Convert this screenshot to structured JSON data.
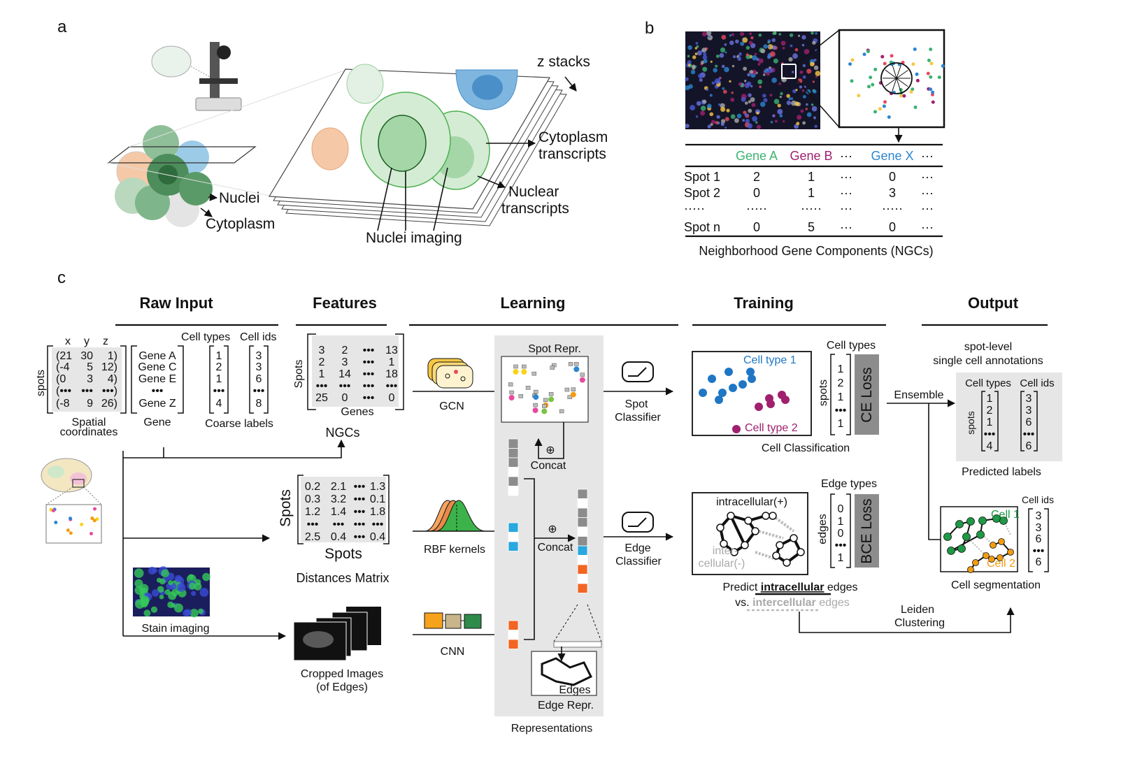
{
  "panel_labels": {
    "a": "a",
    "b": "b",
    "c": "c"
  },
  "panel_a": {
    "z_stacks": "z stacks",
    "cytoplasm_transcripts": [
      "Cytoplasm",
      "transcripts"
    ],
    "nuclear_transcripts": [
      "Nuclear",
      "transcripts"
    ],
    "nuclei": "Nuclei",
    "cytoplasm": "Cytoplasm",
    "nuclei_imaging": "Nuclei imaging"
  },
  "panel_b": {
    "genes": [
      {
        "name": "Gene A",
        "color": "#3cb371"
      },
      {
        "name": "Gene B",
        "color": "#a0206e"
      },
      {
        "name": "···",
        "color": "#111111"
      },
      {
        "name": "Gene X",
        "color": "#2b86d1"
      },
      {
        "name": "···",
        "color": "#111111"
      }
    ],
    "rows": [
      {
        "label": "Spot 1",
        "values": [
          "2",
          "1",
          "···",
          "0",
          "···"
        ]
      },
      {
        "label": "Spot 2",
        "values": [
          "0",
          "1",
          "···",
          "3",
          "···"
        ]
      },
      {
        "label": "·····",
        "values": [
          "·····",
          "·····",
          "···",
          "·····",
          "···"
        ]
      },
      {
        "label": "Spot n",
        "values": [
          "0",
          "5",
          "···",
          "0",
          "···"
        ]
      }
    ],
    "caption": "Neighborhood Gene Components (NGCs)"
  },
  "panel_c": {
    "sections": [
      "Raw Input",
      "Features",
      "Learning",
      "Training",
      "Output"
    ],
    "raw_input": {
      "xyz": [
        "x",
        "y",
        "z"
      ],
      "spots_label": "spots",
      "coords": [
        [
          "(21",
          "30",
          "1)"
        ],
        [
          "(-4",
          "5",
          "12)"
        ],
        [
          "(0",
          "3",
          "4)"
        ],
        [
          "(•••",
          "•••",
          "•••)"
        ],
        [
          "(-8",
          "9",
          "26)"
        ]
      ],
      "genes": [
        "Gene A",
        "Gene C",
        "Gene E",
        "•••",
        "Gene Z"
      ],
      "cell_types_header": "Cell types",
      "cell_ids_header": "Cell ids",
      "cell_types": [
        "1",
        "2",
        "1",
        "•••",
        "4"
      ],
      "cell_ids": [
        "3",
        "3",
        "6",
        "•••",
        "8"
      ],
      "spatial_label": [
        "Spatial",
        "coordinates"
      ],
      "gene_label": "Gene",
      "coarse_label": "Coarse labels",
      "stain_label": "Stain imaging"
    },
    "features": {
      "ngc_matrix": [
        [
          "3",
          "2",
          "•••",
          "13"
        ],
        [
          "2",
          "3",
          "•••",
          "1"
        ],
        [
          "1",
          "14",
          "•••",
          "18"
        ],
        [
          "•••",
          "•••",
          "•••",
          "•••"
        ],
        [
          "25",
          "0",
          "•••",
          "0"
        ]
      ],
      "ngc_rows_label": "Spots",
      "ngc_cols_label": "Genes",
      "ngc_title": "NGCs",
      "dist_matrix": [
        [
          "0.2",
          "2.1",
          "•••",
          "1.3"
        ],
        [
          "0.3",
          "3.2",
          "•••",
          "0.1"
        ],
        [
          "1.2",
          "1.4",
          "•••",
          "1.8"
        ],
        [
          "•••",
          "•••",
          "•••",
          "•••"
        ],
        [
          "2.5",
          "0.4",
          "•••",
          "0.4"
        ]
      ],
      "dist_rows_label": "Spots",
      "dist_cols_label": "Spots",
      "dist_title": "Distances Matrix",
      "cropped_title": [
        "Cropped Images",
        "(of Edges)"
      ]
    },
    "learning": {
      "gcn": "GCN",
      "rbf": "RBF kernels",
      "cnn": "CNN",
      "spot_repr": "Spot Repr.",
      "edge_repr": "Edge Repr.",
      "edges": "Edges",
      "concat": "Concat",
      "concat_symbol": "⊕",
      "representations": "Representations",
      "spot_classifier": [
        "Spot",
        "Classifier"
      ],
      "edge_classifier": [
        "Edge",
        "Classifier"
      ],
      "colors": {
        "gray": "#8c8c8c",
        "blue": "#29a8e0",
        "orange": "#f26522",
        "panel": "#e6e6e6"
      }
    },
    "training": {
      "cell_type_1": "Cell type 1",
      "cell_type_2": "Cell type 2",
      "cell_classification": "Cell Classification",
      "cell_types_header": "Cell types",
      "spots_label": "spots",
      "cell_type_values": [
        "1",
        "2",
        "1",
        "•••",
        "1"
      ],
      "ce_loss": "CE Loss",
      "intracellular": "intracellular(+)",
      "intercellular": [
        "inter-",
        "cellular(-)"
      ],
      "edge_types_header": "Edge types",
      "edges_label": "edges",
      "edge_values": [
        "0",
        "1",
        "0",
        "•••",
        "1"
      ],
      "bce_loss": "BCE Loss",
      "predict_line": [
        "Predict ",
        "intracellular",
        " edges"
      ],
      "vs_line": [
        "vs. ",
        "intercellular",
        " edges"
      ],
      "colors": {
        "type1": "#1f77c4",
        "type2": "#a0206e",
        "loss": "#8c8c8c"
      }
    },
    "output": {
      "title": [
        "spot-level",
        "single cell annotations"
      ],
      "ensemble": "Ensemble",
      "cell_types_header": "Cell types",
      "cell_ids_header": "Cell ids",
      "spots_label": "spots",
      "pred_cell_types": [
        "1",
        "2",
        "1",
        "•••",
        "4"
      ],
      "pred_cell_ids": [
        "3",
        "3",
        "6",
        "•••",
        "6"
      ],
      "predicted_labels": "Predicted labels",
      "seg_cell_ids_header": "Cell ids",
      "seg_cell_ids": [
        "3",
        "3",
        "6",
        "•••",
        "6"
      ],
      "cell_1": "Cell 1",
      "cell_2": "Cell 2",
      "cell_segmentation": "Cell segmentation",
      "leiden": [
        "Leiden",
        "Clustering"
      ],
      "colors": {
        "cell1": "#1e9a46",
        "cell2": "#f39c12"
      }
    }
  }
}
